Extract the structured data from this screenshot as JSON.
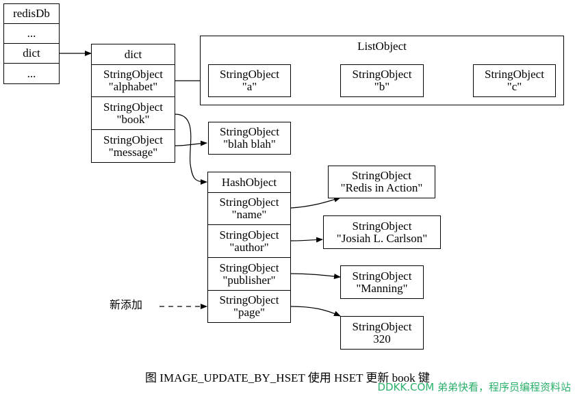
{
  "redisDb": {
    "title": "redisDb",
    "rows": [
      "...",
      "dict",
      "..."
    ]
  },
  "dict": {
    "title": "dict",
    "entries": [
      {
        "line1": "StringObject",
        "line2": "\"alphabet\""
      },
      {
        "line1": "StringObject",
        "line2": "\"book\""
      },
      {
        "line1": "StringObject",
        "line2": "\"message\""
      }
    ]
  },
  "list_object": {
    "title": "ListObject",
    "items": [
      {
        "line1": "StringObject",
        "line2": "\"a\""
      },
      {
        "line1": "StringObject",
        "line2": "\"b\""
      },
      {
        "line1": "StringObject",
        "line2": "\"c\""
      }
    ]
  },
  "message_value": {
    "line1": "StringObject",
    "line2": "\"blah blah\""
  },
  "hash_object": {
    "title": "HashObject",
    "fields": [
      {
        "line1": "StringObject",
        "line2": "\"name\""
      },
      {
        "line1": "StringObject",
        "line2": "\"author\""
      },
      {
        "line1": "StringObject",
        "line2": "\"publisher\""
      },
      {
        "line1": "StringObject",
        "line2": "\"page\""
      }
    ]
  },
  "hash_values": [
    {
      "line1": "StringObject",
      "line2": "\"Redis in Action\""
    },
    {
      "line1": "StringObject",
      "line2": "\"Josiah L. Carlson\""
    },
    {
      "line1": "StringObject",
      "line2": "\"Manning\""
    },
    {
      "line1": "StringObject",
      "line2": "320"
    }
  ],
  "new_label": "新添加",
  "caption": "图 IMAGE_UPDATE_BY_HSET    使用 HSET 更新 book 键",
  "watermark": "DDKK.COM 弟弟快看，程序员编程资料站",
  "colors": {
    "line": "#000000",
    "watermark": "#2ab06a"
  }
}
